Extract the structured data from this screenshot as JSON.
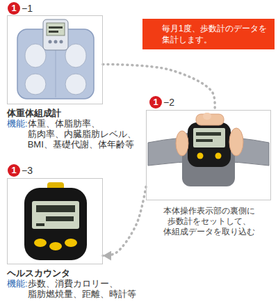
{
  "diagram": {
    "nodes": [
      {
        "text": [
          "体重体組成計",
          "機能:",
          "体重、体脂肪率、 筋肉率、内臓脂肪レベル、 BMI、基礎代謝、体年齢等"
        ]
      },
      {
        "text": [
          "毎月1度、歩数計のデータを 集計します。"
        ]
      },
      {
        "text": [
          "本体操作表示部の裏側に 歩数計をセットして、 体組成データを取り込む"
        ]
      },
      {
        "text": [
          "ヘルスカウンタ",
          "機能:",
          "歩数、消費カロリー、 脂肪燃焼量、距離、時計等"
        ]
      }
    ],
    "edges": [
      {
        "from": 0,
        "to": 2,
        "arrow": "none"
      },
      {
        "from": 2,
        "to": 3,
        "arrow": "to"
      }
    ],
    "labels": [
      "1",
      "−1",
      "1",
      "−2",
      "1",
      "−3"
    ]
  }
}
